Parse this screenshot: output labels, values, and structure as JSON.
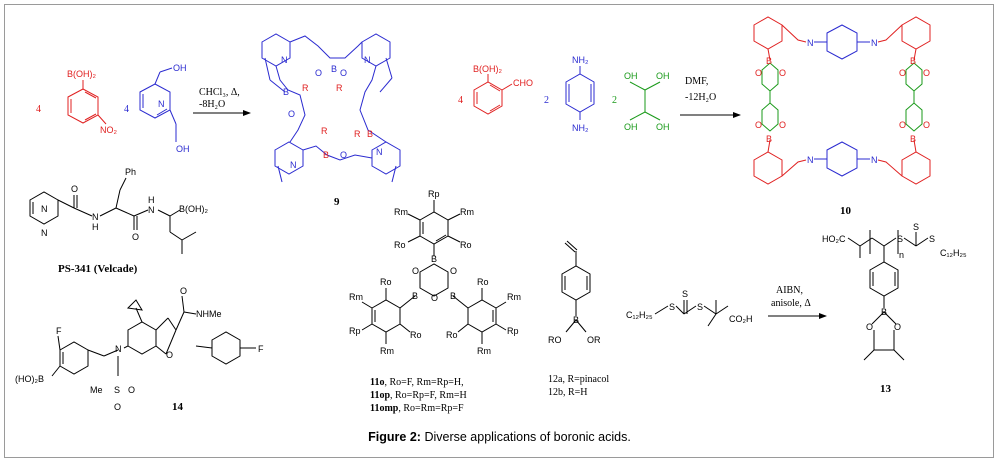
{
  "caption": {
    "label": "Figure 2:",
    "text": "Diverse applications of boronic acids."
  },
  "reaction1": {
    "coef1": "4",
    "coef2": "4",
    "reagent1": {
      "group1": "B(OH)₂",
      "group2": "NO₂"
    },
    "reagent2": {
      "oh1": "OH",
      "oh2": "OH",
      "n": "N"
    },
    "arrow_top": "CHCl₃, Δ,",
    "arrow_bottom": "-8H₂O",
    "product_label": "9",
    "product_atoms": {
      "n": "N",
      "b": "B",
      "o": "O",
      "r": "R"
    }
  },
  "reaction2": {
    "coef1": "4",
    "coef2": "2",
    "coef3": "2",
    "reagent1": {
      "group1": "B(OH)₂",
      "group2": "CHO"
    },
    "reagent2": {
      "nh2_top": "NH₂",
      "nh2_bottom": "NH₂"
    },
    "reagent3": {
      "oh": "OH"
    },
    "arrow_top": "DMF,",
    "arrow_bottom": "-12H₂O",
    "product_label": "10",
    "product_atoms": {
      "n": "N",
      "b": "B",
      "o": "O"
    }
  },
  "velcade": {
    "label": "PS-341 (Velcade)",
    "atoms": {
      "ph": "Ph",
      "boh2": "B(OH)₂",
      "o": "O",
      "n": "N",
      "h": "H"
    }
  },
  "compound14": {
    "label": "14",
    "atoms": {
      "nhme": "NHMe",
      "f": "F",
      "hob": "(HO)₂B",
      "o": "O",
      "me": "Me",
      "s": "S",
      "n": "N"
    }
  },
  "compound11": {
    "atoms": {
      "rp": "Rp",
      "rm": "Rm",
      "ro": "Ro",
      "b": "B",
      "o": "O"
    },
    "legend": [
      {
        "id": "11o",
        "text": ", Ro=F, Rm=Rp=H,"
      },
      {
        "id": "11op",
        "text": ", Ro=Rp=F, Rm=H"
      },
      {
        "id": "11omp",
        "text": ", Ro=Rm=Rp=F"
      }
    ]
  },
  "compound12": {
    "atoms": {
      "b": "B",
      "ro": "RO",
      "or": "OR"
    },
    "legend": [
      "12a, R=pinacol",
      "12b, R=H"
    ]
  },
  "reaction3": {
    "reagent": {
      "c12": "C₁₂H₂₅",
      "s": "S",
      "co2h": "CO₂H"
    },
    "arrow_top": "AIBN,",
    "arrow_bottom": "anisole, Δ",
    "product_label": "13",
    "product_atoms": {
      "ho2c": "HO₂C",
      "s": "S",
      "c12": "C₁₂H₂₅",
      "n": "n",
      "b": "B",
      "o": "O"
    }
  },
  "colors": {
    "red": "#e02020",
    "blue": "#2b2bd0",
    "green": "#1a9a1a",
    "border": "#9a9a9a"
  }
}
